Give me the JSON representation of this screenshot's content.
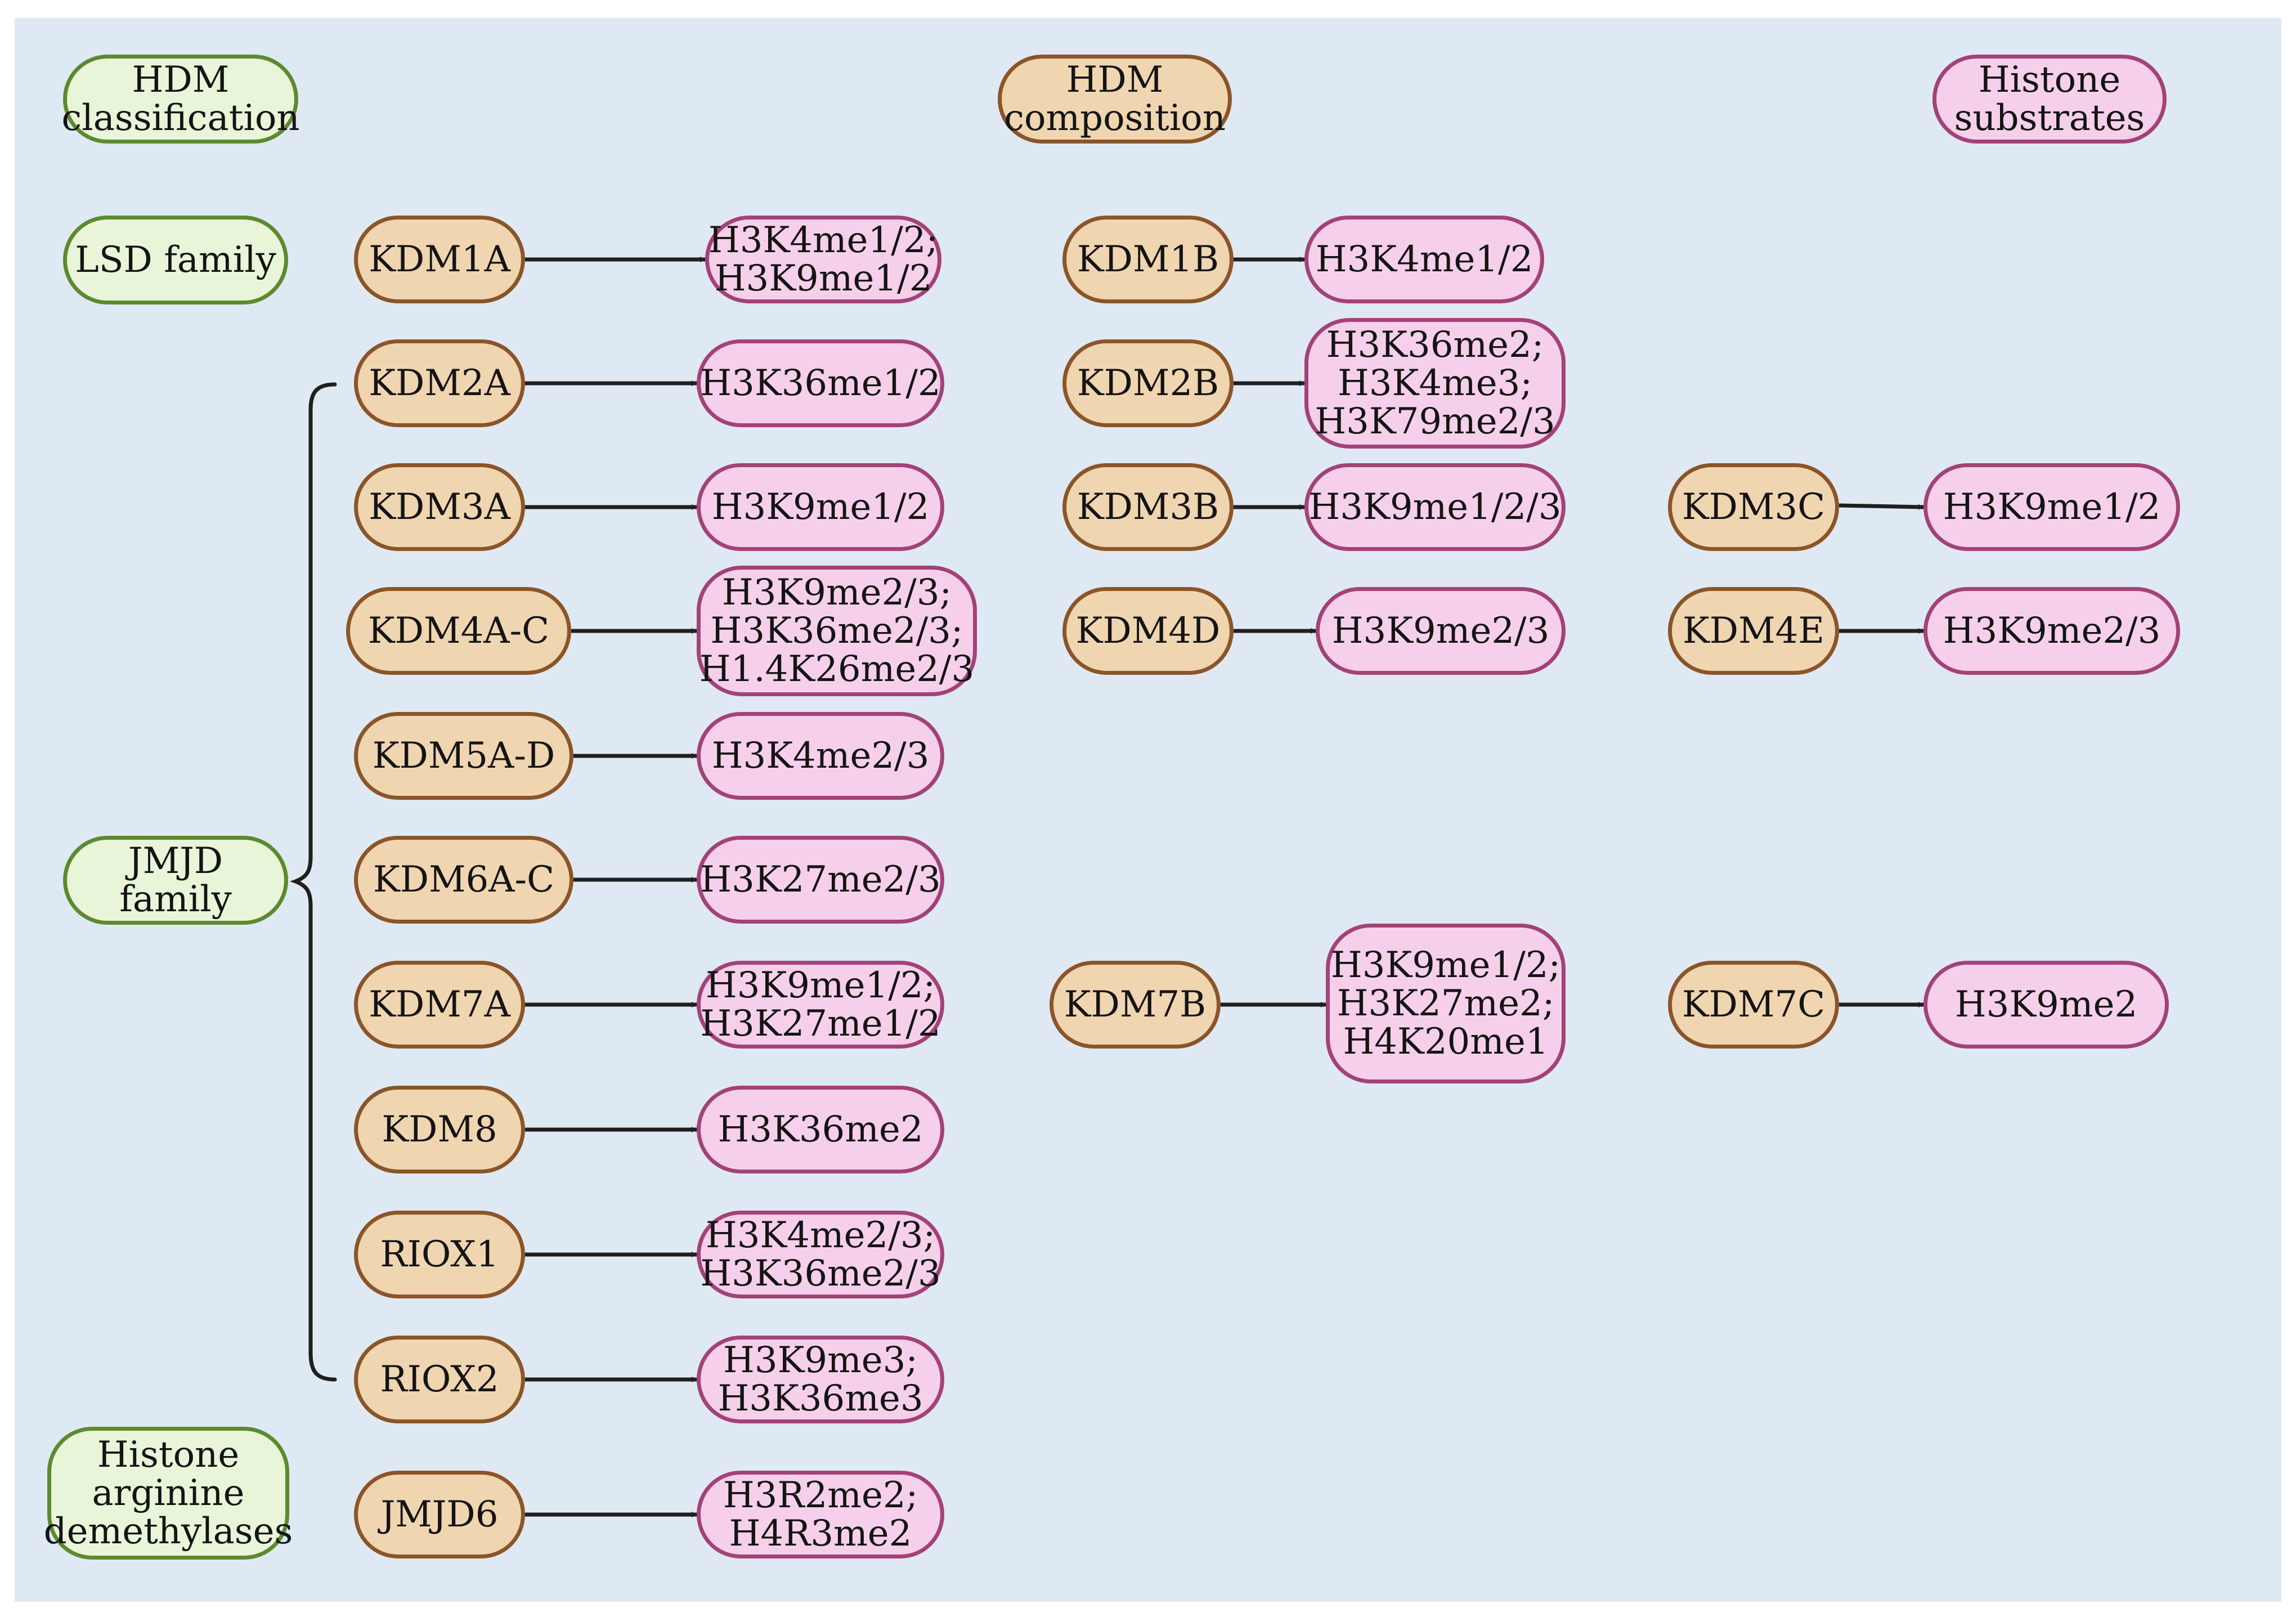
{
  "headers": {
    "classification": "HDM\nclassification",
    "composition": "HDM\ncomposition",
    "substrates": "Histone\nsubstrates"
  },
  "families": {
    "lsd": "LSD family",
    "jmjd": "JMJD\nfamily",
    "arginine": "Histone\narginine\ndemethylases"
  },
  "colors": {
    "panel_background": "#dfe9f3",
    "classification_fill": "#e9f5d8",
    "classification_border": "#5c8a2e",
    "enzyme_fill": "#f0d5b1",
    "enzyme_border": "#8b5528",
    "substrate_fill": "#f6d0ea",
    "substrate_border": "#a34278",
    "arrow": "#1f1f1f"
  },
  "pairs": [
    {
      "enzyme": "KDM1A",
      "substrate": "H3K4me1/2;\nH3K9me1/2"
    },
    {
      "enzyme": "KDM1B",
      "substrate": "H3K4me1/2"
    },
    {
      "enzyme": "KDM2A",
      "substrate": "H3K36me1/2"
    },
    {
      "enzyme": "KDM2B",
      "substrate": "H3K36me2;\nH3K4me3;\nH3K79me2/3"
    },
    {
      "enzyme": "KDM3A",
      "substrate": "H3K9me1/2"
    },
    {
      "enzyme": "KDM3B",
      "substrate": "H3K9me1/2/3"
    },
    {
      "enzyme": "KDM3C",
      "substrate": "H3K9me1/2"
    },
    {
      "enzyme": "KDM4A-C",
      "substrate": "H3K9me2/3;\nH3K36me2/3;\nH1.4K26me2/3"
    },
    {
      "enzyme": "KDM4D",
      "substrate": "H3K9me2/3"
    },
    {
      "enzyme": "KDM4E",
      "substrate": "H3K9me2/3"
    },
    {
      "enzyme": "KDM5A-D",
      "substrate": "H3K4me2/3"
    },
    {
      "enzyme": "KDM6A-C",
      "substrate": "H3K27me2/3"
    },
    {
      "enzyme": "KDM7A",
      "substrate": "H3K9me1/2;\nH3K27me1/2"
    },
    {
      "enzyme": "KDM7B",
      "substrate": "H3K9me1/2;\nH3K27me2;\nH4K20me1"
    },
    {
      "enzyme": "KDM7C",
      "substrate": "H3K9me2"
    },
    {
      "enzyme": "KDM8",
      "substrate": "H3K36me2"
    },
    {
      "enzyme": "RIOX1",
      "substrate": "H3K4me2/3;\nH3K36me2/3"
    },
    {
      "enzyme": "RIOX2",
      "substrate": "H3K9me3;\nH3K36me3"
    },
    {
      "enzyme": "JMJD6",
      "substrate": "H3R2me2;\nH4R3me2"
    }
  ]
}
